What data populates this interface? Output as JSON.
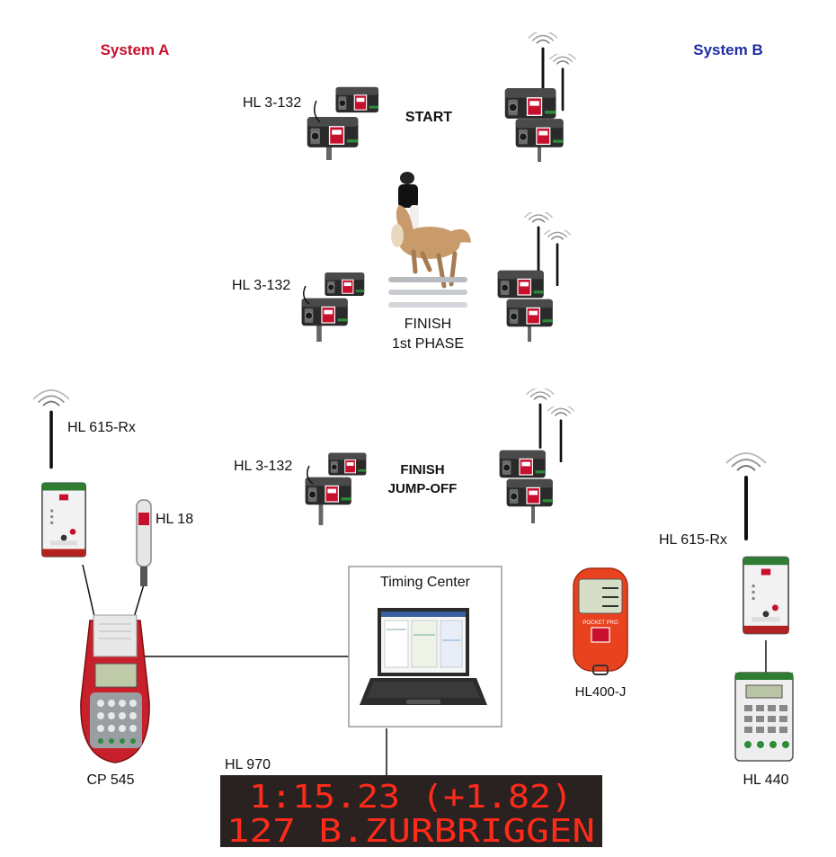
{
  "systems": {
    "a_title": "System A",
    "b_title": "System B",
    "a_color": "#c8102e",
    "b_color": "#1f2ea0"
  },
  "stations": {
    "start": {
      "label": "START",
      "device_a": "HL 3-132"
    },
    "finish_phase": {
      "line1": "FINISH",
      "line2": "1st PHASE",
      "device_a": "HL 3-132"
    },
    "finish_jumpoff": {
      "line1": "FINISH",
      "line2": "JUMP-OFF",
      "device_a": "HL 3-132"
    }
  },
  "equipment": {
    "receiver_a": "HL 615-Rx",
    "handheld_a": "HL 18",
    "printer": "CP 545",
    "timing_center": "Timing Center",
    "stopwatch": "HL400-J",
    "stopwatch_brand": "POCKET PRO",
    "receiver_b": "HL 615-Rx",
    "keypad_b": "HL 440"
  },
  "scoreboard": {
    "label": "HL 970",
    "line1": "1:15.23 (+1.82)",
    "line2": "127 B.ZURBRIGGEN",
    "led_color": "#ff2a1a"
  },
  "icons": {
    "photocell": "photocell-icon",
    "antenna": "antenna-icon",
    "laptop": "laptop-icon",
    "horse": "horse-jumper-icon",
    "stopwatch": "stopwatch-icon"
  }
}
